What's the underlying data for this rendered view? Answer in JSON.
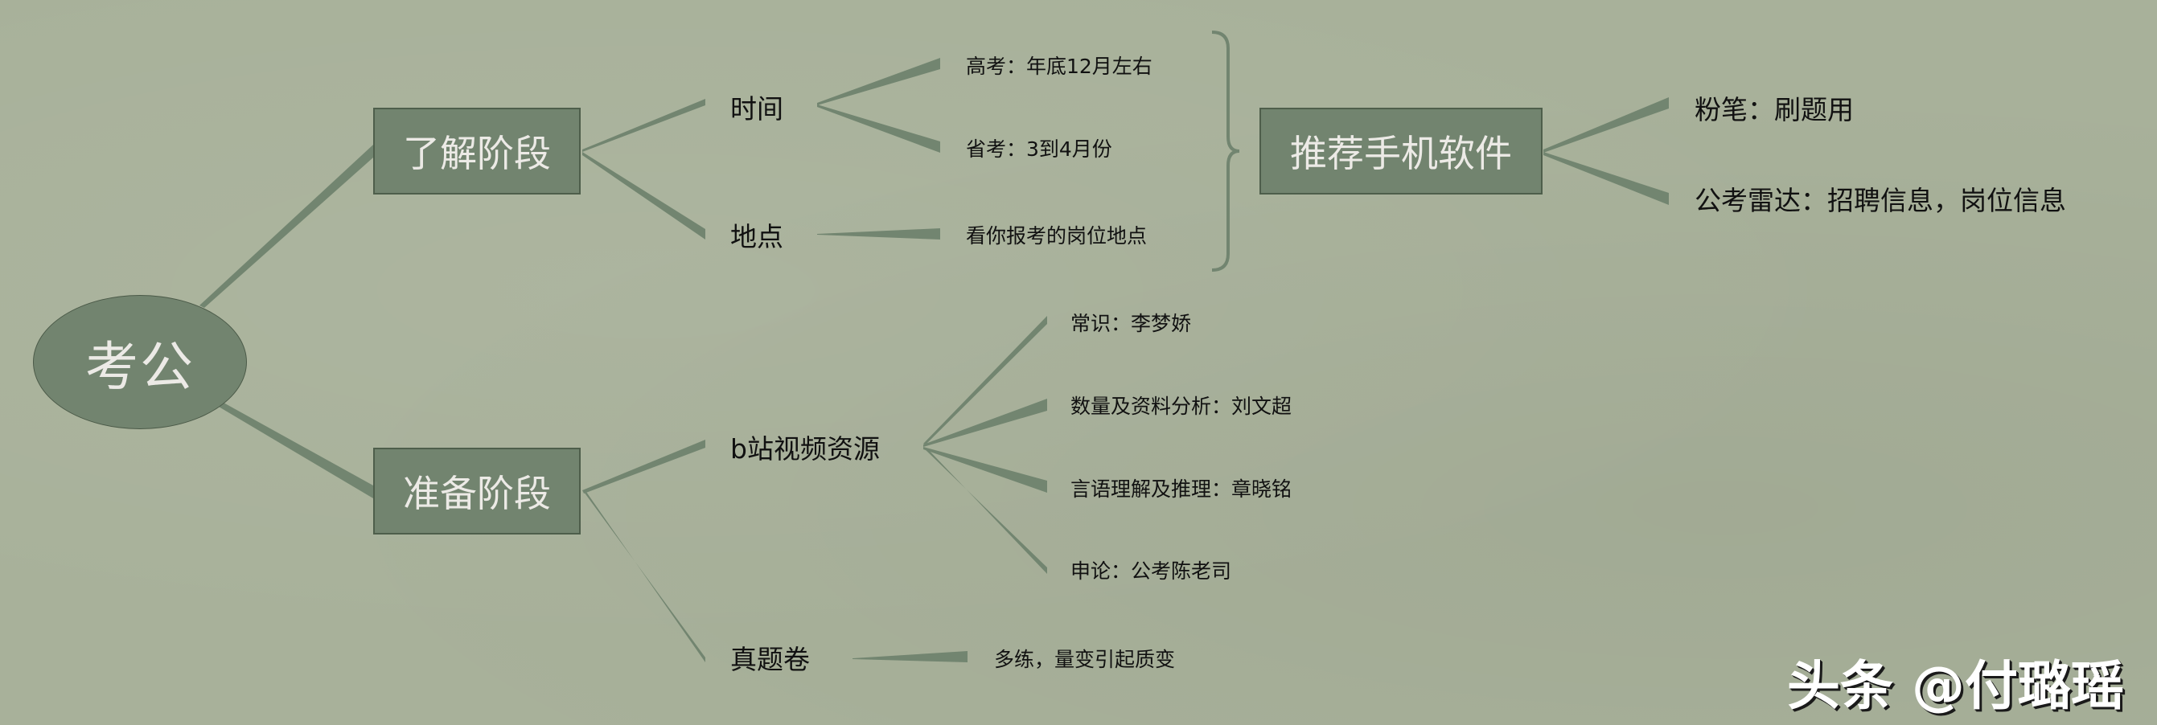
{
  "mindmap": {
    "root": {
      "label": "考公"
    },
    "branches": [
      {
        "label": "了解阶段",
        "children": [
          {
            "label": "时间",
            "children": [
              {
                "label": "高考：年底12月左右"
              },
              {
                "label": "省考：3到4月份"
              }
            ]
          },
          {
            "label": "地点",
            "children": [
              {
                "label": "看你报考的岗位地点"
              }
            ]
          }
        ]
      },
      {
        "label": "准备阶段",
        "children": [
          {
            "label": "b站视频资源",
            "children": [
              {
                "label": "常识：李梦娇"
              },
              {
                "label": "数量及资料分析：刘文超"
              },
              {
                "label": "言语理解及推理：章晓铭"
              },
              {
                "label": "申论：公考陈老司"
              }
            ]
          },
          {
            "label": "真题卷",
            "children": [
              {
                "label": "多练，量变引起质变"
              }
            ]
          }
        ]
      }
    ],
    "summary": {
      "label": "推荐手机软件",
      "children": [
        {
          "label": "粉笔：刷题用"
        },
        {
          "label": "公考雷达：招聘信息，岗位信息"
        }
      ]
    }
  },
  "watermark": "头条 @付璐瑶",
  "colors": {
    "background": "#a8b19a",
    "node_fill": "#72846f",
    "node_border": "#4e5e4b",
    "node_text": "#eceae6",
    "connector": "#728570",
    "text": "#111111"
  }
}
